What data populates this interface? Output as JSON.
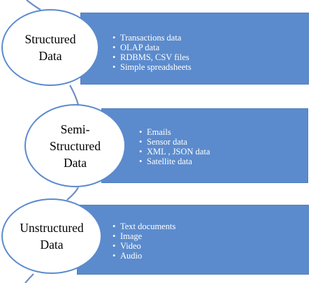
{
  "categories": [
    {
      "title_lines": [
        "Structured",
        "Data"
      ],
      "items": [
        "Transactions data",
        "OLAP data",
        "RDBMS, CSV files",
        "Simple spreadsheets"
      ]
    },
    {
      "title_lines": [
        "Semi-",
        "Structured",
        "Data"
      ],
      "items": [
        "Emails",
        "Sensor data",
        "XML , JSON data",
        "Satellite data"
      ]
    },
    {
      "title_lines": [
        "Unstructured",
        "Data"
      ],
      "items": [
        "Text documents",
        "Image",
        "Video",
        "Audio"
      ]
    }
  ],
  "bullet_glyph": "•",
  "colors": {
    "bar_fill": "#5b8bcd",
    "circle_border": "#5b8bcd",
    "connector_line": "#6f8fc4",
    "label_text": "#000000",
    "bullet_text": "#ffffff"
  }
}
